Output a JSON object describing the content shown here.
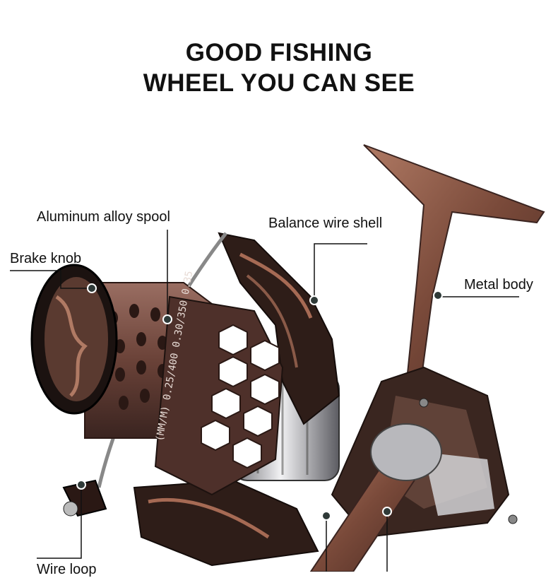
{
  "title": {
    "line1": "GOOD FISHING",
    "line2": "WHEEL YOU CAN SEE"
  },
  "labels": {
    "spool": "Aluminum alloy spool",
    "brake": "Brake knob",
    "balance": "Balance wire shell",
    "body": "Metal body",
    "wire_loop": "Wire loop"
  },
  "spool_marking": "(MM/M) 0.25/400 0.30/350 0.35",
  "colors": {
    "bronze": "#8a5a48",
    "dark": "#2b1c18",
    "silver": "#c9c9cc"
  }
}
